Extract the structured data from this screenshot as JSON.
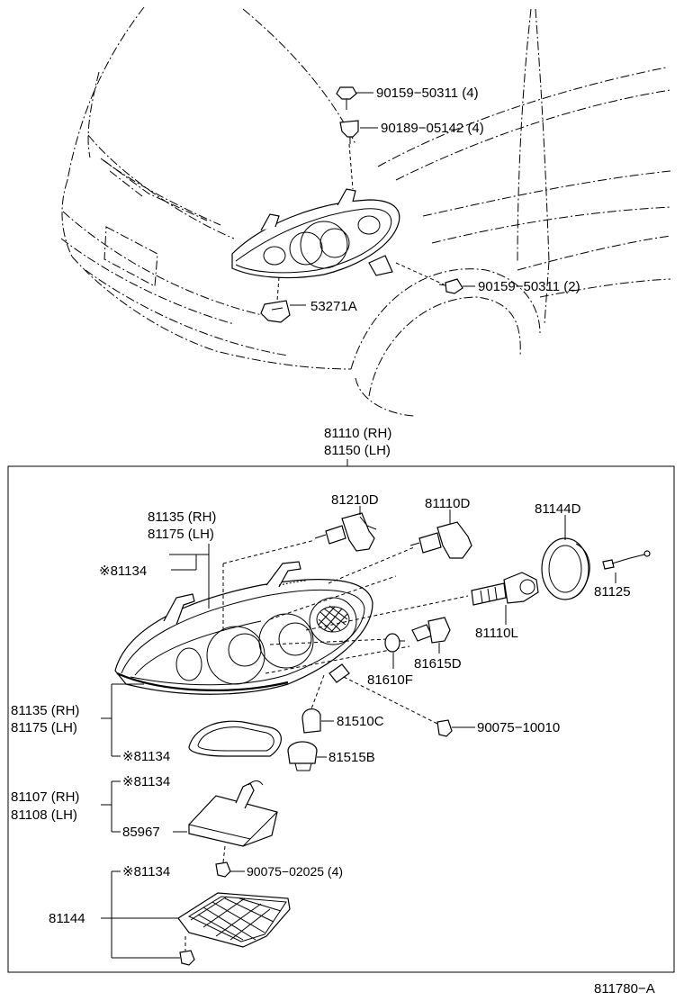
{
  "top_labels": {
    "bolt_upper": "90159−50311 (4)",
    "clip_upper": "90189−05142 (4)",
    "bolt_side": "90159−50311 (2)",
    "bracket": "53271A"
  },
  "assembly_labels": {
    "line1": "81110 (RH)",
    "line2": "81150 (LH)"
  },
  "detail_labels": {
    "lens_rh": "81135 (RH)",
    "lens_lh": "81175 (LH)",
    "note_lens": "※81134",
    "bulb_hb3": "81210D",
    "bulb_hir": "81110D",
    "cover": "81144D",
    "wire": "81125",
    "hid_bulb": "81110L",
    "socket_d": "81615D",
    "bulb_f": "81610F",
    "housing_rh": "81135 (RH)",
    "housing_lh": "81175 (LH)",
    "note_gasket": "※81134",
    "bulb_c": "81510C",
    "socket_b": "81515B",
    "screw": "90075−10010",
    "ballast_rh": "81107 (RH)",
    "ballast_lh": "81108 (LH)",
    "note_ballast": "※81134",
    "ballast_part": "85967",
    "ballast_screw": "90075−02025 (4)",
    "note_bracket": "※81134",
    "bracket_part": "81144"
  },
  "footer": {
    "diagram_id": "811780−A"
  }
}
